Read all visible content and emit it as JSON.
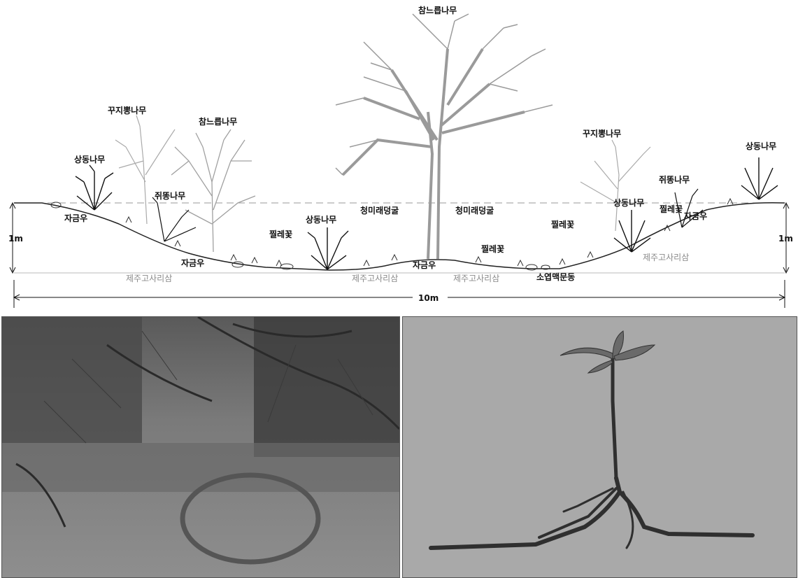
{
  "diagram": {
    "labels": {
      "oak_top": "참느릅나무",
      "oak_left": "참느릅나무",
      "kkuji_left": "꾸지뽕나무",
      "kkuji_right": "꾸지뽕나무",
      "sangdong_far_left": "상동나무",
      "sangdong_mid": "상동나무",
      "sangdong_right": "상동나무",
      "sangdong_far_right": "상동나무",
      "jwittong_left": "쥐똥나무",
      "jwittong_right": "쥐똥나무",
      "jageumu_1": "자금우",
      "jageumu_2": "자금우",
      "jageumu_3": "자금우",
      "jageumu_4": "자금우",
      "jjille_1": "찔레꽃",
      "jjille_2": "찔레꽃",
      "jjille_3": "찔레꽃",
      "jjille_4": "찔레꽃",
      "cheongmi_1": "청미래덩굴",
      "cheongmi_2": "청미래덩굴",
      "soyeop": "소엽맥문동",
      "gosari_1": "제주고사리삼",
      "gosari_2": "제주고사리삼",
      "gosari_3": "제주고사리삼",
      "gosari_4": "제주고사리삼"
    },
    "dimensions": {
      "height_left": "1m",
      "height_right": "1m",
      "width": "10m"
    }
  },
  "photos": {
    "left": {
      "subject": "forest-floor-with-circle"
    },
    "right": {
      "subject": "seedling-with-roots"
    }
  }
}
